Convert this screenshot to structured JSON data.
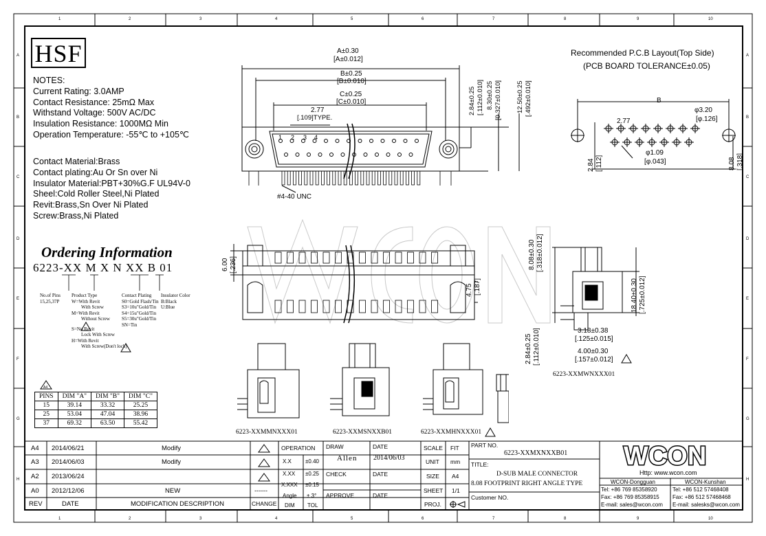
{
  "brand": {
    "hsf": "HSF",
    "watermark": "WCON",
    "logo": "WCON",
    "website": "Http: www.wcon.com"
  },
  "grid": {
    "cols_top": [
      "1",
      "2",
      "3",
      "4",
      "5",
      "6",
      "7",
      "8",
      "9",
      "10"
    ],
    "rows_left": [
      "A",
      "B",
      "C",
      "D",
      "E",
      "F",
      "G",
      "H"
    ]
  },
  "notes": {
    "heading": "NOTES:",
    "lines": [
      "Current Rating: 3.0AMP",
      "Contact Resistance: 25mΩ Max",
      "Withstand Voltage: 500V AC/DC",
      "Insulation Resistance: 1000MΩ Min",
      "Operation Temperature: -55℃ to +105℃"
    ],
    "materials": [
      "Contact Material:Brass",
      "Contact plating:Au Or Sn over Ni",
      "Insulator Material:PBT+30%G.F UL94V-0",
      "Sheel:Cold Roller Steel,Ni Plated",
      "Revit:Brass,Sn Over Ni Plated",
      "Screw:Brass,Ni Plated"
    ]
  },
  "ordering": {
    "title": "Ordering Information",
    "code": "6223-XX M X N XX B 01",
    "pins_label": "No.of Pins",
    "pins_values": "15,25,37P",
    "product_type_label": "Product Type",
    "product_types": [
      "W=With Revit",
      "With Screw",
      "M=With Revit",
      "Without Screw",
      "S=No Revit",
      "Lock With Screw",
      "H=With Revit",
      "With Screw(Don't lock)"
    ],
    "plating_label": "Contact Plating",
    "platings": [
      "S0=Gold Flash/Tin",
      "S3=10u\"Gold/Tin",
      "S4=15u\"Gold/Tin",
      "S5=30u\"Gold/Tin",
      "SN=Tin"
    ],
    "insulator_label": "Insulator Color",
    "insulator_colors": [
      "B:Black",
      "U:Blue"
    ]
  },
  "dim_table": {
    "rev_mark": "A4",
    "headers": [
      "PINS",
      "DIM \"A\"",
      "DIM \"B\"",
      "DIM \"C\""
    ],
    "rows": [
      [
        "15",
        "39.14",
        "33.32",
        "25.25"
      ],
      [
        "25",
        "53.04",
        "47.04",
        "38.96"
      ],
      [
        "37",
        "69.32",
        "63.50",
        "55.42"
      ]
    ]
  },
  "top_view": {
    "dim_a": "A±0.30",
    "dim_a_in": "[A±0.012]",
    "dim_b": "B±0.25",
    "dim_b_in": "[B±0.010]",
    "dim_c": "C±0.25",
    "dim_c_in": "[C±0.010]",
    "pitch": "2.77",
    "pitch_in": "[.109]TYPE.",
    "pin_nums": [
      "1",
      "2",
      "3",
      "4"
    ],
    "screw": "#4-40 UNC",
    "v1": "2.84±0.25",
    "v1_in": "[.112±0.010]",
    "v2": "8.30±0.25",
    "v2_in": "[0.327±0.010]",
    "v3": "12.50±0.25",
    "v3_in": "[.492±0.010]"
  },
  "pcb": {
    "title": "Recommended P.C.B Layout(Top Side)",
    "tolerance": "(PCB BOARD TOLERANCE±0.05)",
    "b": "B",
    "pitch": "2.77",
    "hole_big": "φ3.20",
    "hole_big_in": "[φ.126]",
    "hole_small": "φ1.09",
    "hole_small_in": "[φ.043]",
    "h1": "2.84",
    "h1_in": "[.112]",
    "h2": "8.08",
    "h2_in": "[.318]"
  },
  "front_view": {
    "h": "6.00",
    "h_in": "[.236]",
    "h2": "4.75",
    "h2_in": "[.187]"
  },
  "side_view": {
    "d1": "8.08±0.30",
    "d1_in": "[.318±0.012]",
    "d2": "18.40±0.30",
    "d2_in": "[.725±0.012]",
    "d3": "3.18±0.38",
    "d3_in": "[.125±0.015]",
    "d4": "4.00±0.30",
    "d4_in": "[.157±0.012]",
    "d5": "2.84±0.25",
    "d5_in": "[.112±0.010]",
    "part": "6223-XXMWNXXX01"
  },
  "variants": [
    "6223-XXMMNXXX01",
    "6223-XXMSNXXB01",
    "6223-XXMHNXXX01"
  ],
  "revisions": {
    "rows": [
      {
        "rev": "A4",
        "date": "2014/06/21",
        "desc": "Modify",
        "change": "A4"
      },
      {
        "rev": "A3",
        "date": "2014/06/03",
        "desc": "Modify",
        "change": "A3"
      },
      {
        "rev": "A2",
        "date": "2013/06/24",
        "desc": "",
        "change": "A2"
      },
      {
        "rev": "A0",
        "date": "2012/12/06",
        "desc": "NEW",
        "change": "------"
      }
    ],
    "header": {
      "rev": "REV",
      "date": "DATE",
      "desc": "MODIFICATION DESCRIPTION",
      "change": "CHANGE"
    }
  },
  "tolerances": {
    "operation": "OPERATION",
    "rows": [
      [
        "X.X",
        "±0.40"
      ],
      [
        "X.XX",
        "±0.25"
      ],
      [
        "X.XXX",
        "±0.15"
      ],
      [
        "Angle",
        "± 3°"
      ]
    ],
    "dim": "DIM",
    "tol": "TOL"
  },
  "title_block": {
    "draw": "DRAW",
    "drawer": "Allen",
    "date": "DATE",
    "draw_date": "2014/06/03",
    "check": "CHECK",
    "check_date": "DATE",
    "approve": "APPROVE",
    "approve_date": "DATE",
    "scale": "SCALE",
    "scale_val": "FIT",
    "unit": "UNIT",
    "unit_val": "mm",
    "size": "SIZE",
    "size_val": "A4",
    "sheet": "SHEET",
    "sheet_val": "1/1",
    "proj": "PROJ.",
    "part_no_label": "PART NO.",
    "part_no": "6223-XXMXNXXB01",
    "title_label": "TITLE:",
    "title_1": "D-SUB MALE CONNECTOR",
    "title_2": "8.08 FOOTPRINT RIGHT ANGLE TYPE",
    "customer": "Customer NO."
  },
  "contacts": {
    "dg_name": "WCON-Dongguan",
    "dg_tel": "Tel: +86 769 85358920",
    "dg_fax": "Fax: +86 769 85358915",
    "dg_mail": "E-mail: sales@wcon.com",
    "ks_name": "WCON-Kunshan",
    "ks_tel": "Tel: +86 512 57468408",
    "ks_fax": "Fax: +86 512 57468468",
    "ks_mail": "E-mail: salesks@wcon.com"
  }
}
